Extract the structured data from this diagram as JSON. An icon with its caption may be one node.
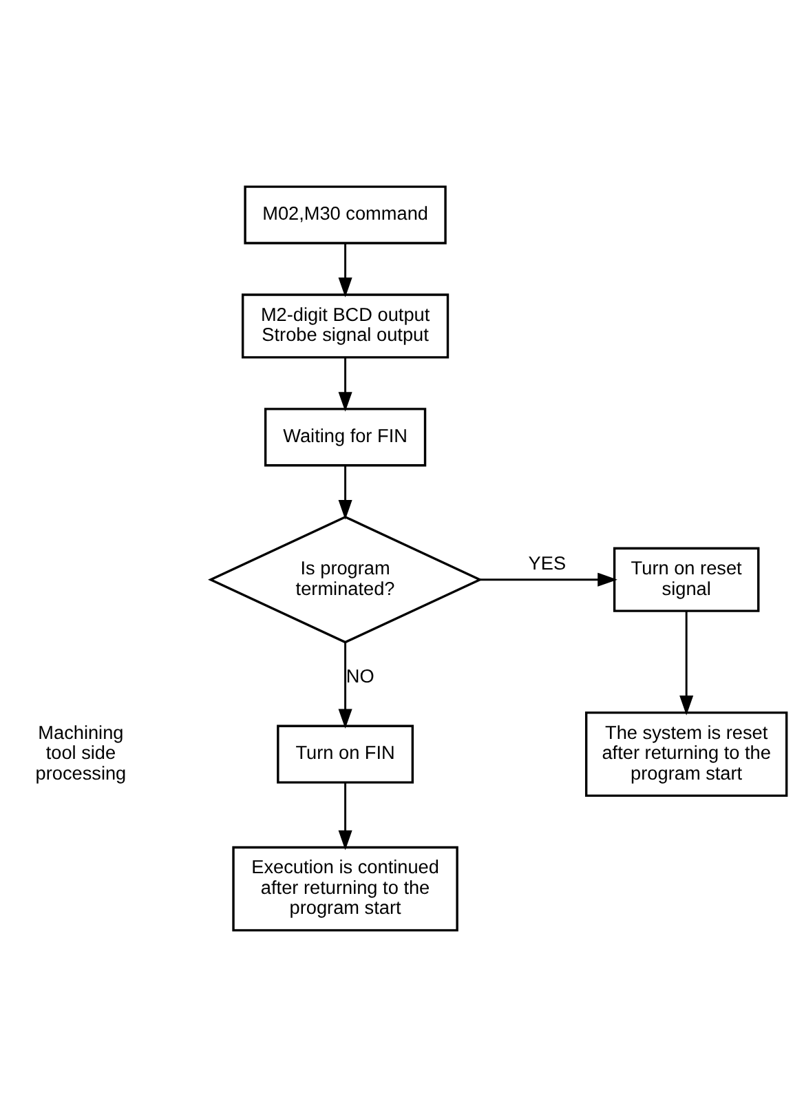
{
  "diagram": {
    "nodes": [
      {
        "text": [
          "M02,M30 command"
        ]
      },
      {
        "text": [
          "M2-digit BCD output",
          "Strobe signal output"
        ]
      },
      {
        "text": [
          "Waiting for FIN"
        ]
      },
      {
        "text": [
          "Is program terminated?"
        ]
      },
      {
        "text": [
          "Turn on reset signal"
        ]
      },
      {
        "text": [
          "Turn on FIN"
        ]
      },
      {
        "text": [
          "Execution is continued after returning to the program start"
        ]
      },
      {
        "text": [
          "The system is reset after returning to the program start"
        ]
      }
    ],
    "edges": [
      {
        "from": 0,
        "to": 1,
        "arrow": "to"
      },
      {
        "from": 1,
        "to": 2,
        "arrow": "to"
      },
      {
        "from": 2,
        "to": 3,
        "arrow": "to"
      },
      {
        "from": 3,
        "to": 4,
        "arrow": "to",
        "label": "YES"
      },
      {
        "from": 3,
        "to": 5,
        "arrow": "to",
        "label": "NO"
      },
      {
        "from": 5,
        "to": 6,
        "arrow": "to"
      },
      {
        "from": 4,
        "to": 7,
        "arrow": "to"
      }
    ],
    "labels": [
      "Machining tool side processing"
    ]
  }
}
